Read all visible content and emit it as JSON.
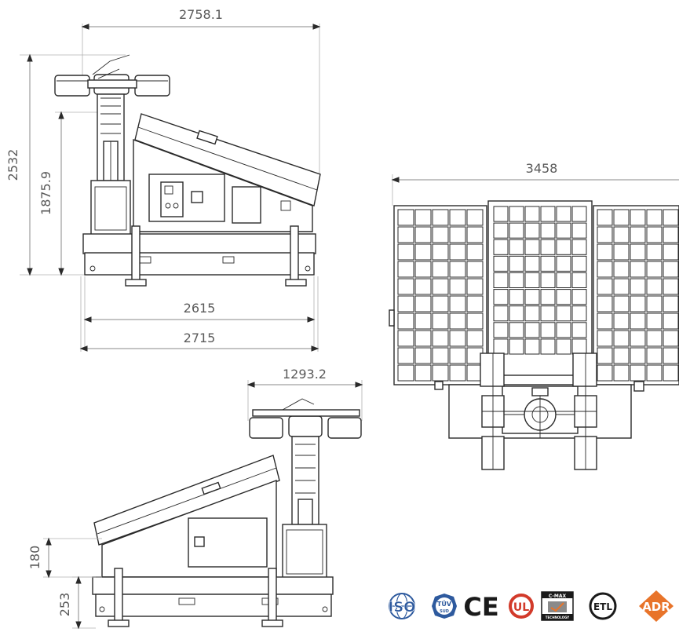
{
  "dimensions": {
    "side_overall_width": "2758.1",
    "side_total_height": "2532",
    "side_mast_height": "1875.9",
    "side_base_length_inner": "2615",
    "side_base_length_outer": "2715",
    "top_overall_width": "3458",
    "rear_light_bar_width": "1293.2",
    "rear_dim_180": "180",
    "rear_dim_253": "253"
  },
  "certifications": {
    "iso": "ISO",
    "tuv": "TÜV",
    "tuv_sub": "SUD",
    "ce": "CE",
    "ul": "UL",
    "cmax": "C-MAX",
    "cmax_sub": "TECHNOLOGY",
    "etl": "ETL",
    "adr": "ADR"
  },
  "colors": {
    "line": "#2a2a2a",
    "dimension": "#5a5a5a",
    "logo_blue": "#2e5a9e",
    "logo_red": "#d23a2a",
    "logo_orange": "#e8742a"
  }
}
